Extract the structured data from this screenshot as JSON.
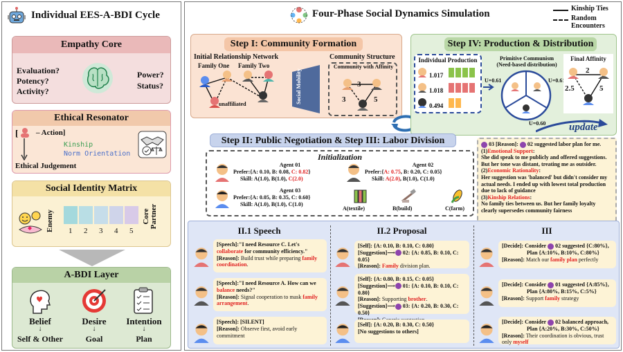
{
  "left": {
    "title": "Individual EES-A-BDI Cycle",
    "empathy": {
      "title": "Empathy Core",
      "evaluation": "Evaluation?",
      "potency": "Potency?",
      "activity": "Activity?",
      "power": "Power?",
      "status": "Status?"
    },
    "ethical": {
      "title": "Ethical Resonator",
      "action": "– Action]",
      "kinship": "Kinship",
      "norm": "Norm Orientation",
      "judgement": "Ethical Judgement"
    },
    "social": {
      "title": "Social Identity Matrix",
      "enemy": "Enemy",
      "core_partner": "Core\nPartner",
      "scale": [
        "1",
        "2",
        "3",
        "4",
        "5"
      ]
    },
    "abdi": {
      "title": "A-BDI Layer",
      "belief": "Belief",
      "belief_sub": "Self & Other",
      "desire": "Desire",
      "desire_sub": "Goal",
      "intention": "Intention",
      "intention_sub": "Plan",
      "arrow": "↓"
    }
  },
  "right": {
    "title": "Four-Phase Social Dynamics Simulation",
    "legend": {
      "kinship": "Kinship Ties",
      "random": "Random Encounters"
    },
    "step1": {
      "title": "Step I: Community Formation",
      "initial_network": "Initial Relationship Network",
      "family_one": "Family One",
      "family_two": "Family Two",
      "unaffiliated": "unaffiliated",
      "social_mobility": "Social Mobility",
      "community_structure": "Community Structure",
      "community_affinity": "Community with Affinity",
      "affinity_values": [
        "3",
        "3",
        "5"
      ]
    },
    "step4": {
      "title": "Step IV: Production & Distribution",
      "individual_production": "Individual Production",
      "productions": [
        "1.017",
        "1.018",
        "0.494"
      ],
      "primitive": "Primitive Communism (Need-based distribution)",
      "u_values": [
        "U=0.61",
        "U=0.61",
        "U=0.60"
      ],
      "final_affinity": "Final Affinity",
      "final_values": [
        "2",
        "2.5",
        "5"
      ],
      "update": "update"
    },
    "feedback": {
      "header_prefix": "03 [Reason]:",
      "header_suffix": "02 suggested labor plan for me.",
      "p1_label": "(1)",
      "p1_title": "Emotional Support",
      "p1_text": "She did speak to me publicly and offered suggestions. But her tone was distant, treating me as outsider.",
      "p2_label": "(2)",
      "p2_title": "Economic Rationality",
      "p2_text": "Her suggestion was 'balanced' but didn't consider my actual needs. I ended up with lowest total production due to lack of guidance",
      "p3_label": "(3)",
      "p3_title": "Kinship Relations",
      "p3_text": "No family ties between us. But her family loyalty clearly supersedes community fairness"
    },
    "step23": {
      "title": "Step II: Public Negotiation & Step III: Labor Division",
      "init": "Initialization",
      "agent01": {
        "name": "Agent 01",
        "prefer_a": "Prefer:{A: 0.10, B: 0.08, ",
        "prefer_c": "C: 0.82",
        "prefer_end": "}",
        "skill_a": "Skill: A(1.0), B(1.0), ",
        "skill_c": "C(2.0)"
      },
      "agent02": {
        "name": "Agent 02",
        "prefer_lbl": "Prefer:{",
        "prefer_a": "A: 0.75",
        "prefer_rest": ", B: 0.20, C: 0.05}",
        "skill_lbl": "Skill: ",
        "skill_a": "A(2.0)",
        "skill_rest": ", B(1.0), C(1.0)"
      },
      "agent03": {
        "name": "Agent 03",
        "prefer": "Prefer:{A: 0.05, B: 0.35, C: 0.60}",
        "skill": "Skill: A(1.0), B(1.0), C(1.0)"
      },
      "resources": [
        "A(textile)",
        "B(build)",
        "C(farm)"
      ]
    },
    "speech": {
      "title": "II.1  Speech",
      "s1": {
        "speech_lbl": "[Speech]:",
        "speech_a": "\"I need Resource C. Let's ",
        "speech_b": "collaborate",
        "speech_c": " for community efficiency.\"",
        "reason_lbl": "[Reason]:",
        "reason_a": " Build trust while preparing ",
        "reason_b": "family coordination",
        "reason_c": "."
      },
      "s2": {
        "speech_lbl": "[Speech]:",
        "speech_a": "\"I need Resource A. How can we ",
        "speech_b": "balance",
        "speech_c": " needs?\"",
        "reason_lbl": "[Reason]:",
        "reason_a": " Signal cooperation to mask ",
        "reason_b": "family arrangement",
        "reason_c": "."
      },
      "s3": {
        "speech_lbl": "[Speech]:",
        "speech_a": " [SILENT]",
        "reason_lbl": "[Reason]:",
        "reason_a": " Observe first, avoid early commitment"
      }
    },
    "proposal": {
      "title": "II.2   Proposal",
      "p1": {
        "self_lbl": "[Self]:",
        "self": " {A: 0.10, B: 0.10, C: 0.80}",
        "sugg_lbl": "[Suggestion]",
        "sugg": "02: {A: 0.85, B: 0.10, C: 0.05}",
        "reason_lbl": "[Reason]:",
        "reason_a": " ",
        "reason_b": "Family",
        "reason_c": " division plan."
      },
      "p2": {
        "self_lbl": "[Self]:",
        "self": " {A: 0.80, B: 0.15, C: 0.05}",
        "sugg_lbl": "[Suggestion]",
        "sugg1": "01: {A: 0.10, B: 0.10, C: 0.80}",
        "reason1_lbl": "[Reason]:",
        "reason1_a": " Supporting ",
        "reason1_b": "brother",
        "reason1_c": ".",
        "sugg2": "03: {A: 0.20, B: 0.30, C: 0.50}",
        "reason2_lbl": "[Reason]:",
        "reason2": " Generic suggestion."
      },
      "p3": {
        "self_lbl": "[Self]:",
        "self": " {A: 0.20, B: 0.30, C: 0.50}",
        "none": "[No suggestions to others]"
      }
    },
    "decide": {
      "title": "III",
      "d1": {
        "lbl": "[Decide]:",
        "a": " Consider ",
        "b": "02 suggested {C:80%},",
        "plan": "Plan {A:10%, B:10%, C:80%}",
        "reason_lbl": "[Reason]:",
        "r_a": " Match our ",
        "r_b": "family plan",
        "r_c": " perfectly"
      },
      "d2": {
        "lbl": "[Decide]:",
        "a": " Consider ",
        "b": "01 suggested {A:85%},",
        "plan": "Plan {A:80%, B:15%, C:5%}",
        "reason_lbl": "[Reason]:",
        "r_a": " Support ",
        "r_b": "family",
        "r_c": " strategy"
      },
      "d3": {
        "lbl": "[Decide]:",
        "a": " Consider ",
        "b": "02 balanced approach,",
        "plan": "Plan {A:20%, B:30%, C:50%}",
        "reason_lbl": "[Reason]:",
        "r_a": " Their coordination is obvious, trust only ",
        "r_b": "myself"
      }
    }
  }
}
